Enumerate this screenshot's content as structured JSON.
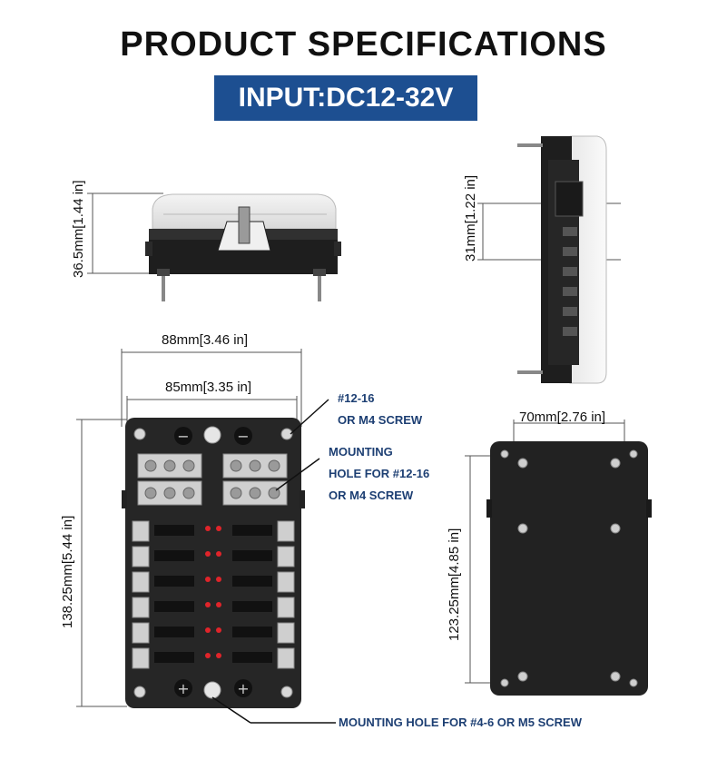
{
  "header": {
    "title": "PRODUCT SPECIFICATIONS",
    "input_label": "INPUT:DC12-32V"
  },
  "dimensions": {
    "side_height": "36.5mm[1.44 in]",
    "end_height": "31mm[1.22 in]",
    "outer_width": "88mm[3.46 in]",
    "inner_width": "85mm[3.35 in]",
    "overall_length": "138.25mm[5.44 in]",
    "back_hole_width": "70mm[2.76 in]",
    "back_hole_length": "123.25mm[4.85 in]"
  },
  "callouts": {
    "screw_top_line1": "#12-16",
    "screw_top_line2": "OR M4 SCREW",
    "mounting_line1": "MOUNTING",
    "mounting_line2": "HOLE FOR #12-16",
    "mounting_line3": "OR M4 SCREW",
    "mounting_bottom": "MOUNTING HOLE FOR #4-6 OR M5 SCREW"
  },
  "colors": {
    "accent": "#1d4f91",
    "callout_text": "#1d3f73",
    "body_dark": "#1e1e1e",
    "fuse_led": "#e0242a"
  }
}
